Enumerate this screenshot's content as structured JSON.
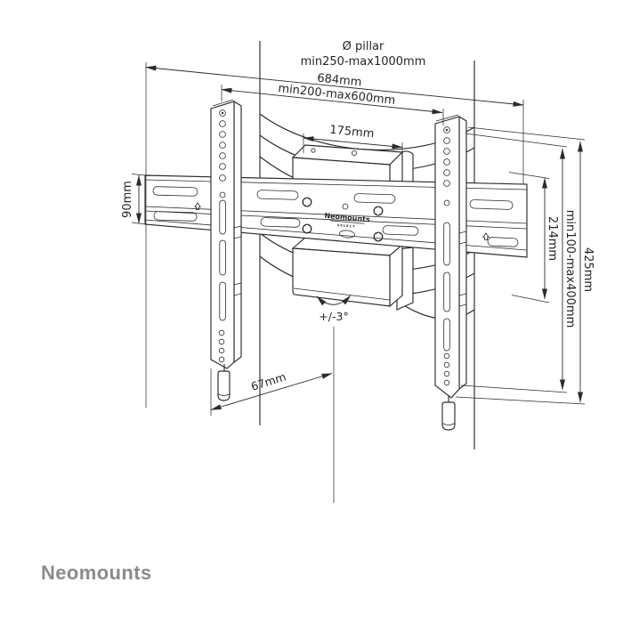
{
  "page": {
    "background": "#ffffff",
    "line_color": "#2b2b2b"
  },
  "brand": {
    "footer_logo": "Neomounts",
    "footer_logo_color": "#8b8b8b",
    "rail_logo": "Neomounts",
    "rail_logo_sub": "SELECT"
  },
  "annotations": {
    "pillar_title": "Ø pillar",
    "pillar_range": "min250-max1000mm",
    "total_width": "684mm",
    "width_range": "min200-max600mm",
    "clamp_width": "175mm",
    "rail_height": "90mm",
    "rail_end_height": "214mm",
    "height_range": "min100-max400mm",
    "total_height": "425mm",
    "depth": "67mm",
    "tilt_range": "+/-3°"
  }
}
